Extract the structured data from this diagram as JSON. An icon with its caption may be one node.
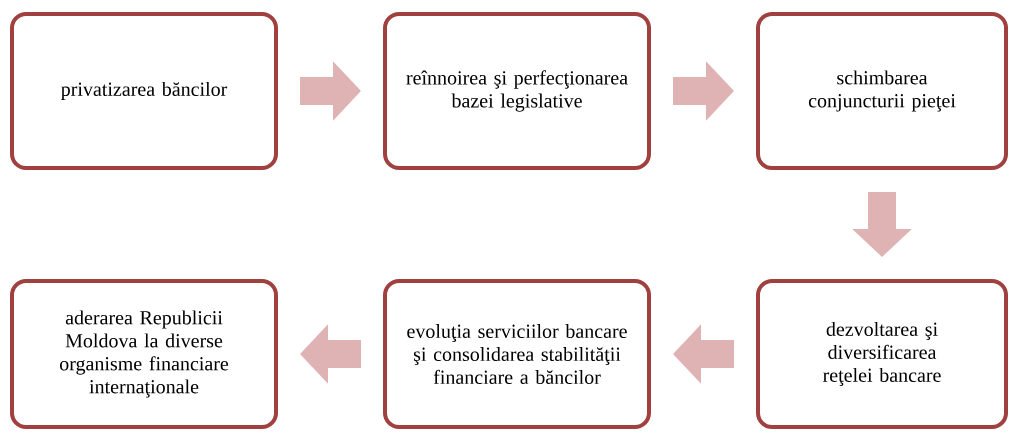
{
  "diagram": {
    "nodes": [
      {
        "text": [
          "privatizarea băncilor"
        ]
      },
      {
        "text": [
          "reînnoirea şi perfecţionarea bazei legislative"
        ]
      },
      {
        "text": [
          "schimbarea conjuncturii pieţei"
        ]
      },
      {
        "text": [
          "dezvoltarea şi diversificarea reţelei bancare"
        ]
      },
      {
        "text": [
          "evoluţia serviciilor bancare şi consolidarea stabilităţii financiare a băncilor"
        ]
      },
      {
        "text": [
          "aderarea Republicii Moldova la diverse organisme financiare internaţionale"
        ]
      }
    ],
    "edges": [
      {
        "from": 0,
        "to": 1,
        "arrow": "to"
      },
      {
        "from": 1,
        "to": 2,
        "arrow": "to"
      },
      {
        "from": 2,
        "to": 3,
        "arrow": "to"
      },
      {
        "from": 3,
        "to": 4,
        "arrow": "to"
      },
      {
        "from": 4,
        "to": 5,
        "arrow": "to"
      }
    ]
  }
}
